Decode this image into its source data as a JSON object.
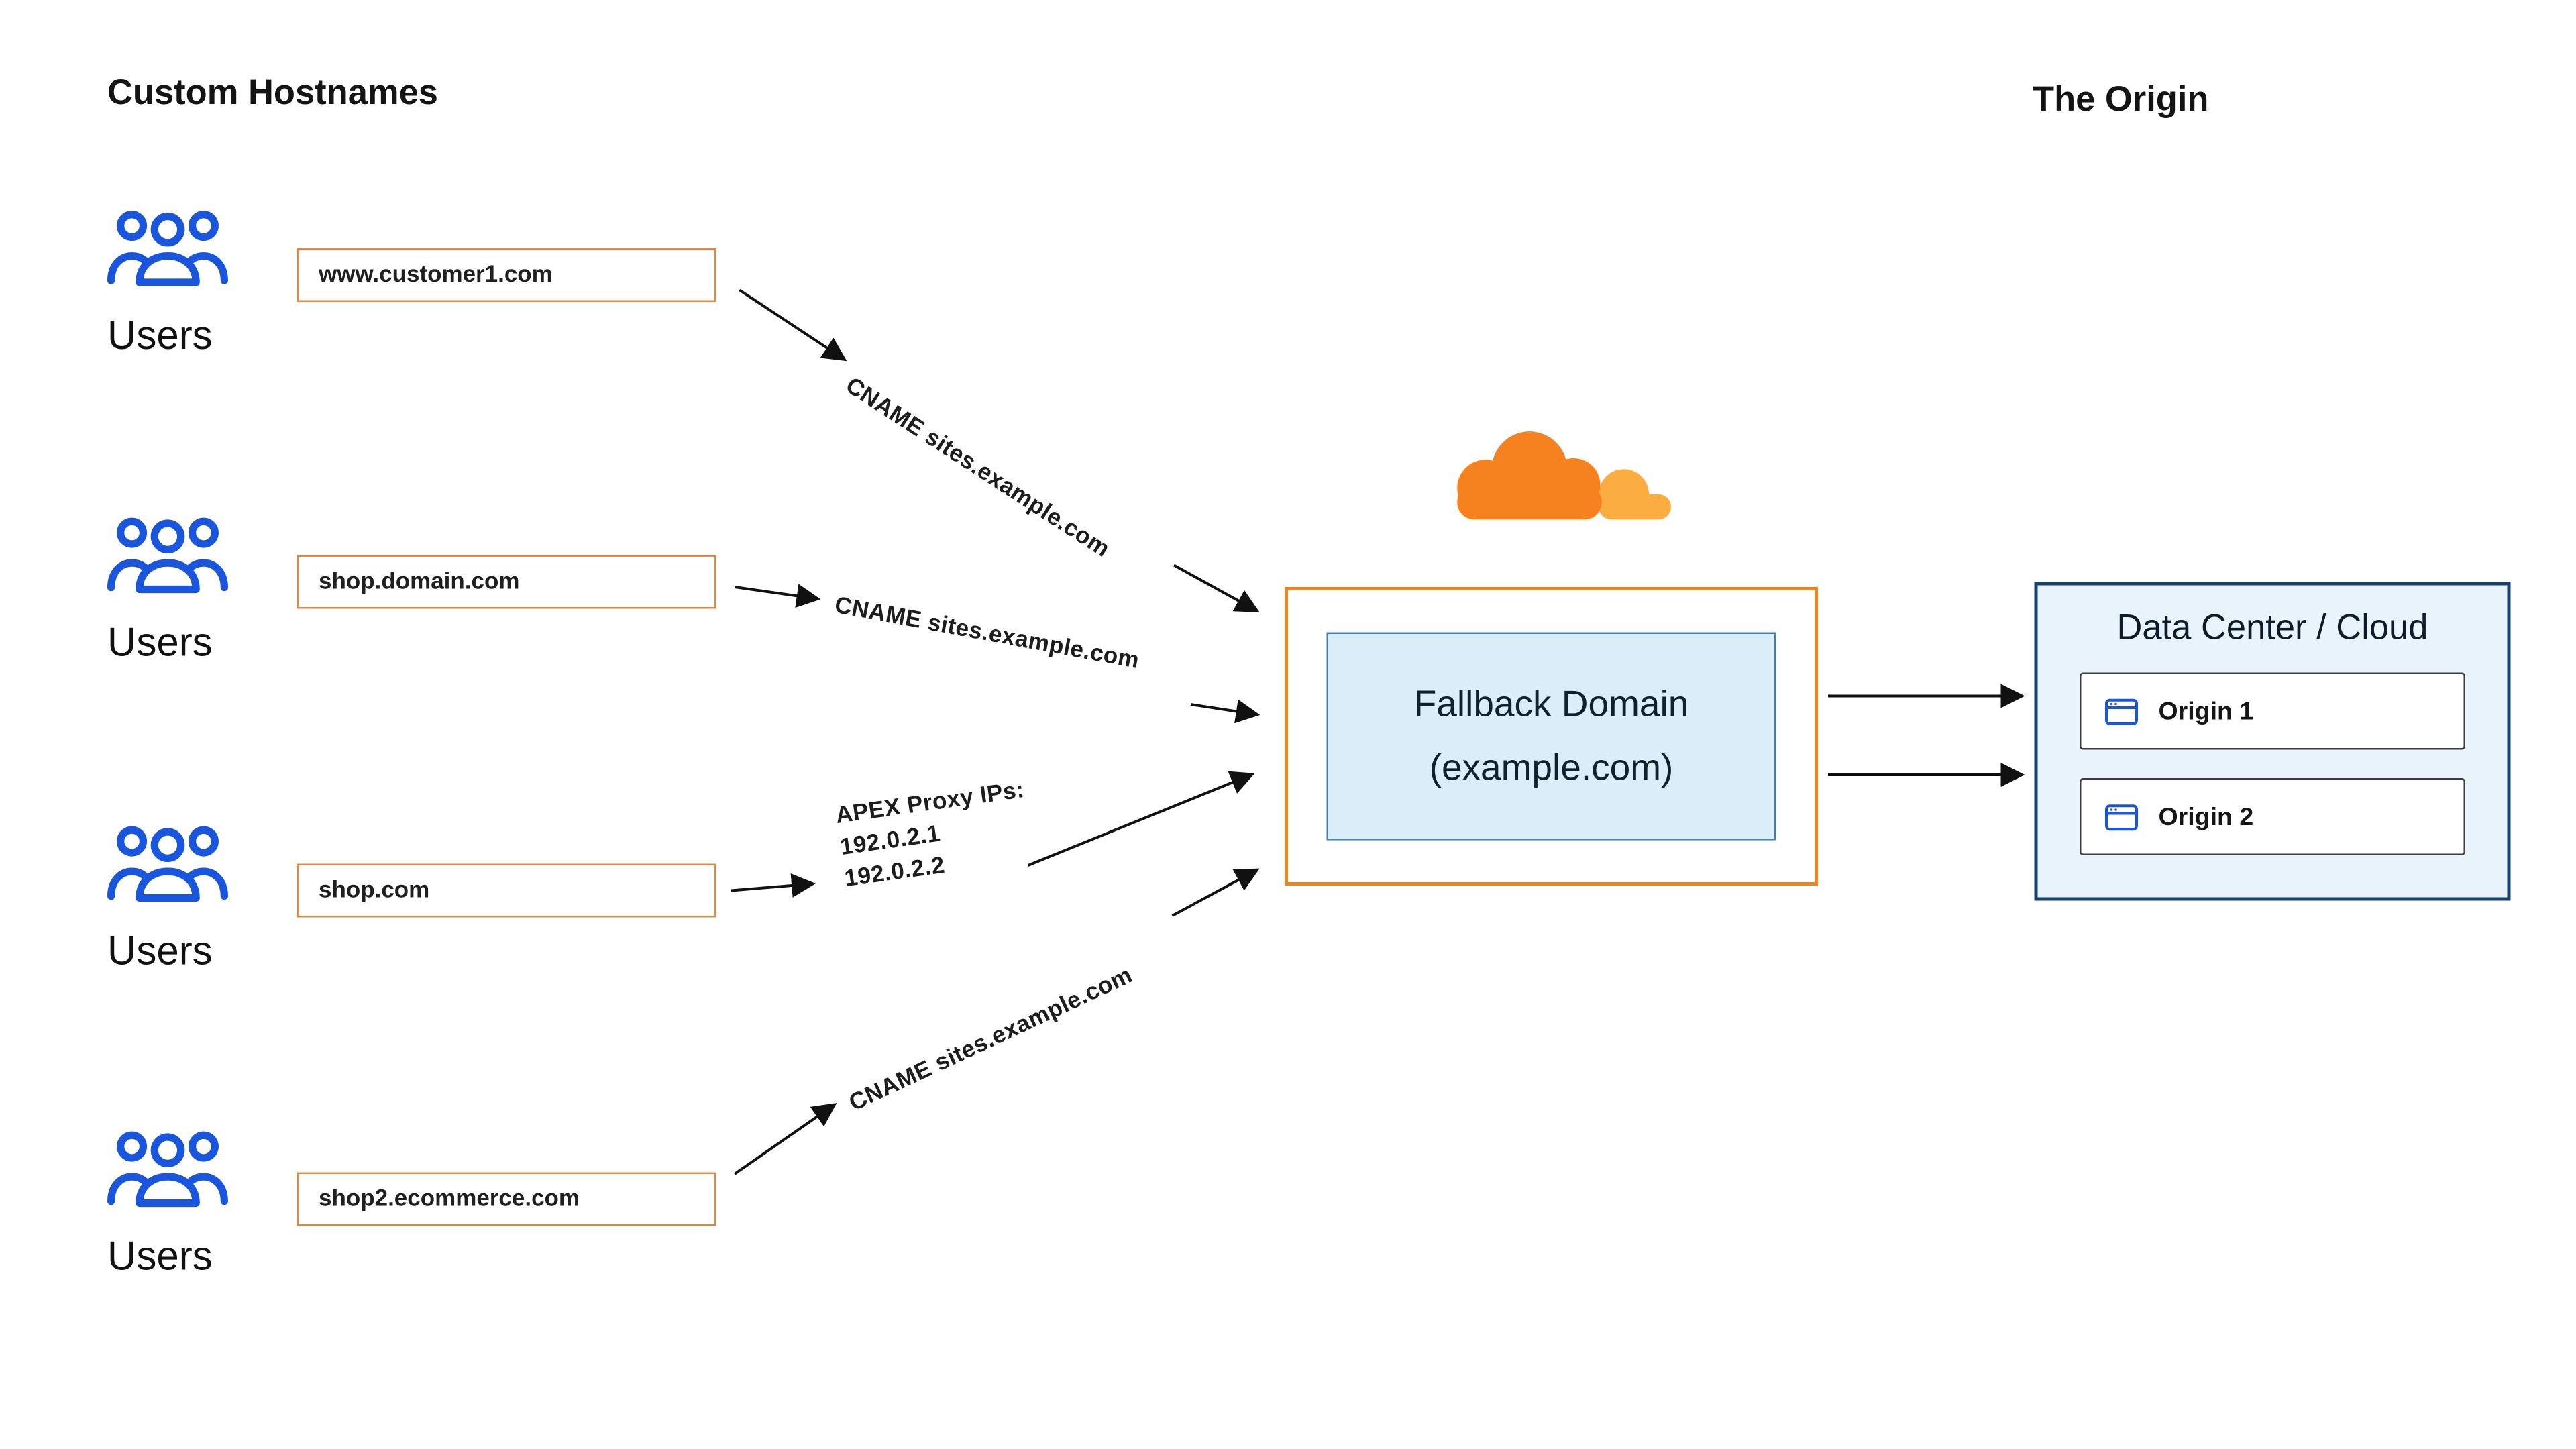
{
  "titles": {
    "left": "Custom Hostnames",
    "right": "The Origin"
  },
  "user_groups": [
    {
      "label": "Users"
    },
    {
      "label": "Users"
    },
    {
      "label": "Users"
    },
    {
      "label": "Users"
    }
  ],
  "hostnames": [
    "www.customer1.com",
    "shop.domain.com",
    "shop.com",
    "shop2.ecommerce.com"
  ],
  "connections": [
    {
      "label": "CNAME sites.example.com"
    },
    {
      "label": "CNAME sites.example.com"
    },
    {
      "lines": [
        "APEX Proxy IPs:",
        "192.0.2.1",
        "192.0.2.2"
      ]
    },
    {
      "label": "CNAME sites.example.com"
    }
  ],
  "fallback": {
    "line1": "Fallback Domain",
    "line2": "(example.com)"
  },
  "origin": {
    "title": "Data Center / Cloud",
    "items": [
      "Origin 1",
      "Origin 2"
    ]
  },
  "icons": {
    "users": "users-group-icon",
    "cloudflare": "cloudflare-cloud-icon",
    "origin_item": "browser-window-icon"
  },
  "colors": {
    "cloudflare_orange": "#F6821F",
    "cloudflare_light_orange": "#FBAD41",
    "hostname_border": "#E8863C",
    "users_blue": "#1A56DB",
    "fallback_fill": "#DCEDFA",
    "fallback_border": "#3F7FB6",
    "datacenter_fill": "#E9F3FB",
    "datacenter_border": "#17406B",
    "arrow": "#111111"
  }
}
